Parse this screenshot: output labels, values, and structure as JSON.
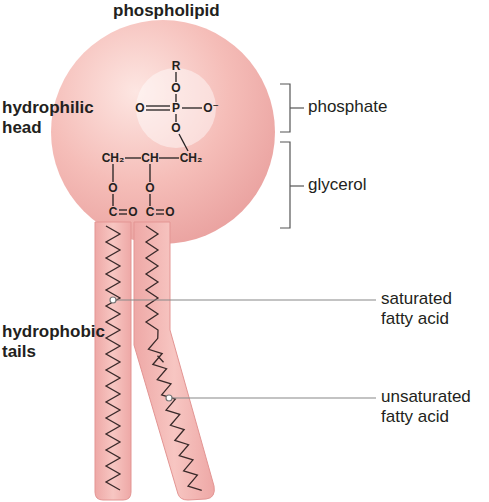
{
  "diagram": {
    "title": "phospholipid",
    "labels": [
      "hydrophilic head",
      "hydrophobic tails",
      "phosphate",
      "glycerol",
      "saturated fatty acid",
      "unsaturated fatty acid",
      "R",
      "O",
      "O",
      "P",
      "O⁻",
      "O",
      "CH₂",
      "CH",
      "CH₂",
      "O",
      "O",
      "C",
      "O",
      "C",
      "O"
    ]
  }
}
